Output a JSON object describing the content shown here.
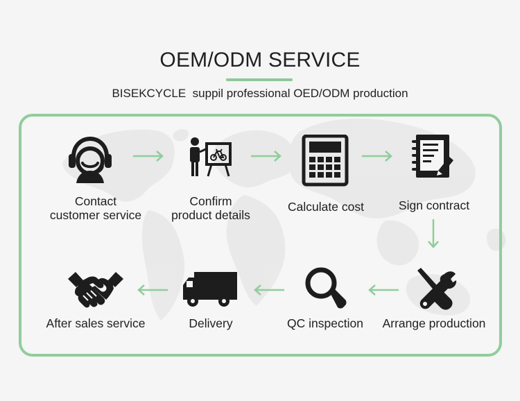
{
  "header": {
    "title": "OEM/ODM SERVICE",
    "subtitle": "BISEKCYCLE  suppil professional OED/ODM production"
  },
  "steps": [
    {
      "label": "Contact\ncustomer service",
      "icon": "headset-agent-icon"
    },
    {
      "label": "Confirm\nproduct details",
      "icon": "presentation-bike-icon"
    },
    {
      "label": "Calculate cost",
      "icon": "calculator-icon"
    },
    {
      "label": "Sign contract",
      "icon": "notebook-pen-icon"
    },
    {
      "label": "Arrange production",
      "icon": "tools-icon"
    },
    {
      "label": "QC inspection",
      "icon": "magnifier-icon"
    },
    {
      "label": "Delivery",
      "icon": "truck-icon"
    },
    {
      "label": "After sales service",
      "icon": "handshake-icon"
    }
  ],
  "colors": {
    "accent": "#92cc9c",
    "background": "#f4f5f4",
    "icon": "#1d1d1d",
    "map": "#e6e6e6"
  }
}
